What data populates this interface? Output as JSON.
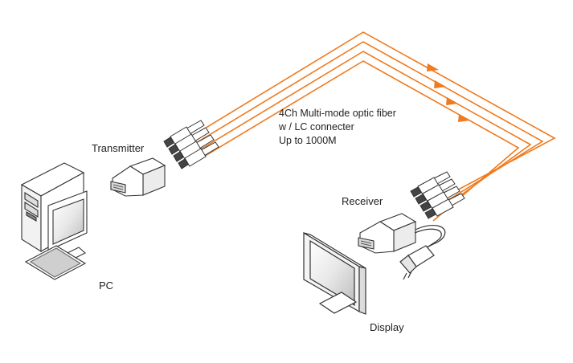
{
  "labels": {
    "transmitter": "Transmitter",
    "receiver": "Receiver",
    "pc": "PC",
    "display": "Display"
  },
  "fiber_description": {
    "line1": "4Ch Multi-mode optic fiber",
    "line2": "w / LC connecter",
    "line3": "Up to 1000M"
  },
  "colors": {
    "fiber": "#f07a1e",
    "outline": "#333333"
  }
}
